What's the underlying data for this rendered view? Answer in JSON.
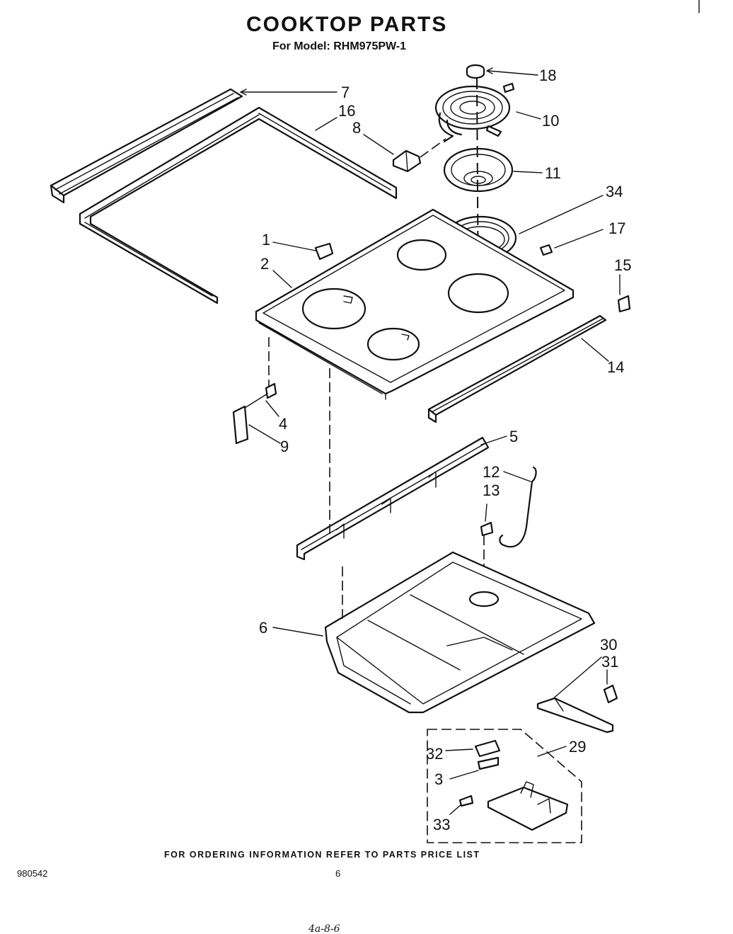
{
  "header": {
    "title": "COOKTOP PARTS",
    "model_line": "For Model: RHM975PW-1"
  },
  "callouts": {
    "c1": "1",
    "c2": "2",
    "c3": "3",
    "c4": "4",
    "c5": "5",
    "c6": "6",
    "c7": "7",
    "c8": "8",
    "c9": "9",
    "c10": "10",
    "c11": "11",
    "c12": "12",
    "c13": "13",
    "c14": "14",
    "c15": "15",
    "c16": "16",
    "c17": "17",
    "c18": "18",
    "c29": "29",
    "c30": "30",
    "c31": "31",
    "c32": "32",
    "c33": "33",
    "c34": "34"
  },
  "footer": {
    "ordering_note": "FOR ORDERING INFORMATION REFER TO PARTS PRICE LIST",
    "doc_number": "980542",
    "page_number": "6",
    "handwritten": "4a-8-6"
  }
}
